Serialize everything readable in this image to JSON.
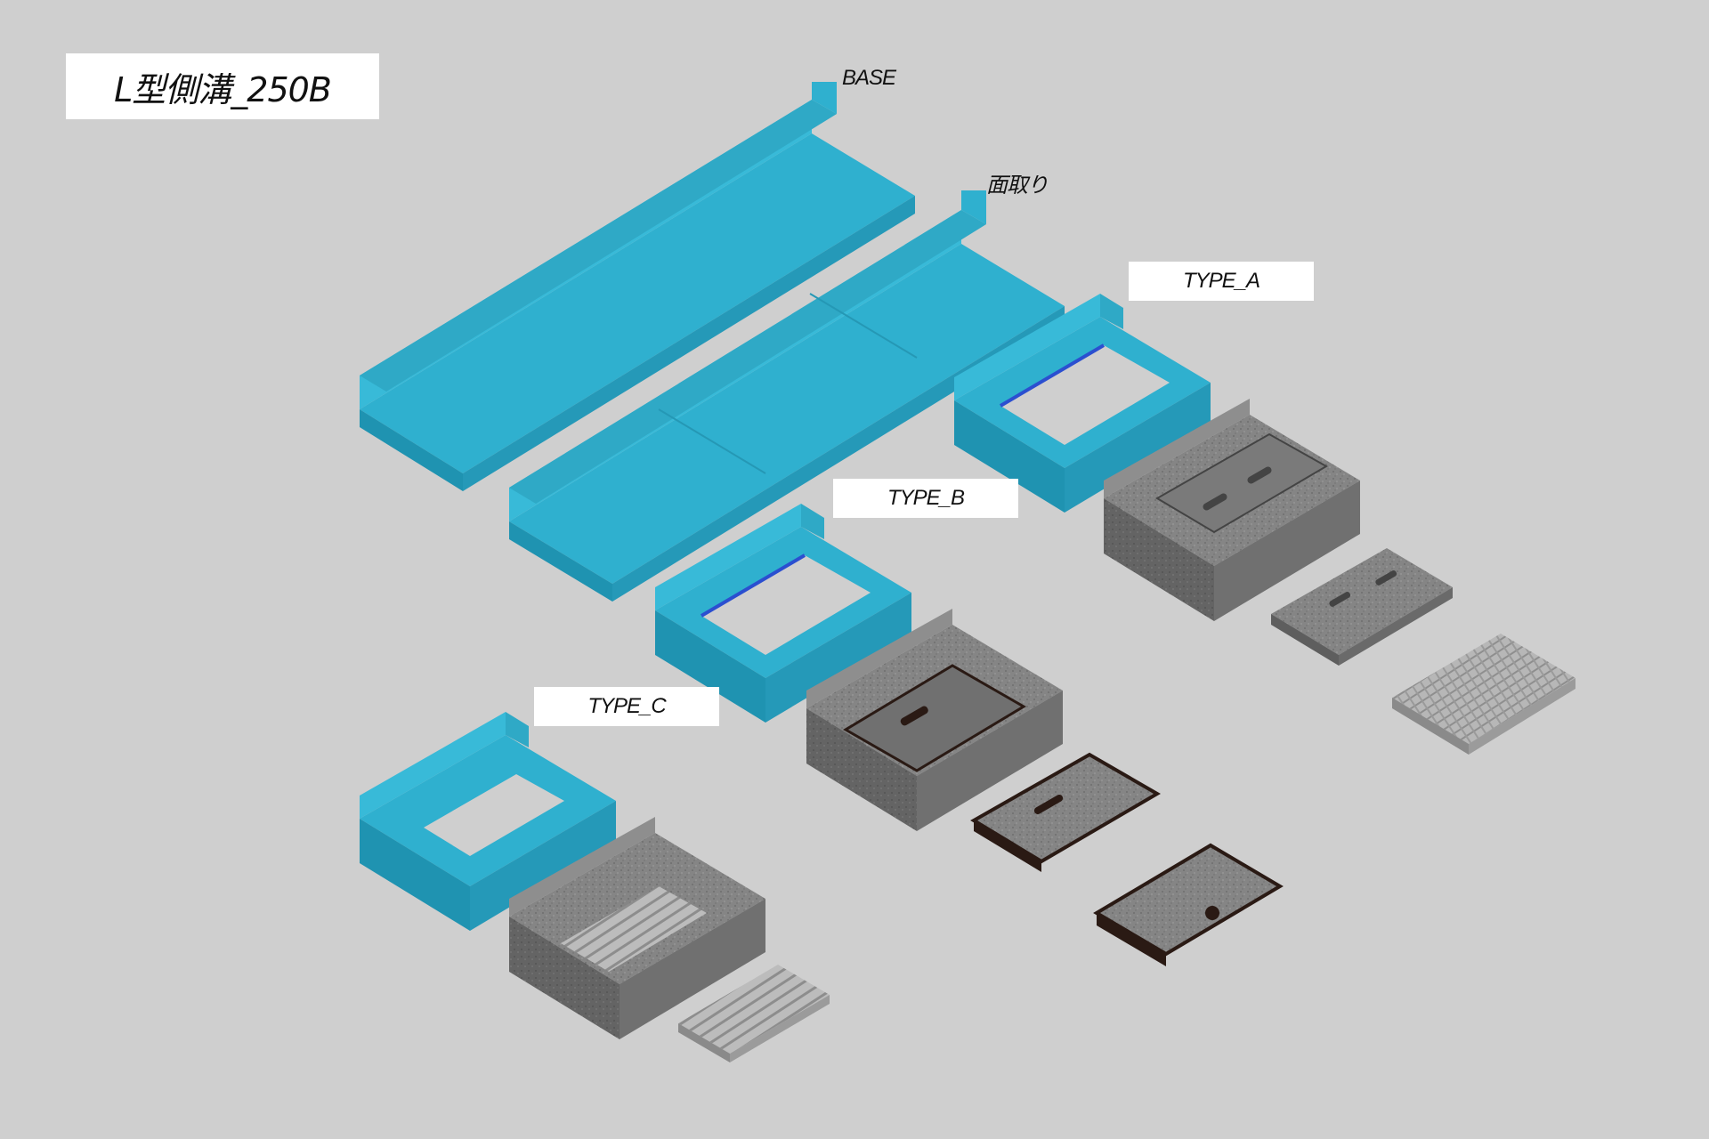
{
  "title": "L型側溝_250B",
  "labels": {
    "base": "BASE",
    "chamfer": "面取り",
    "type_a": "TYPE_A",
    "type_b": "TYPE_B",
    "type_c": "TYPE_C"
  },
  "colors": {
    "background": "#cfcfcf",
    "mold_blue": "#2fb0cf",
    "mold_blue_dark": "#1f8eaa",
    "concrete_gray": "#7d7d7d",
    "concrete_dark": "#5a5a5a",
    "grating_gray": "#a9a9a9",
    "cover_edge": "#2a1a14"
  }
}
